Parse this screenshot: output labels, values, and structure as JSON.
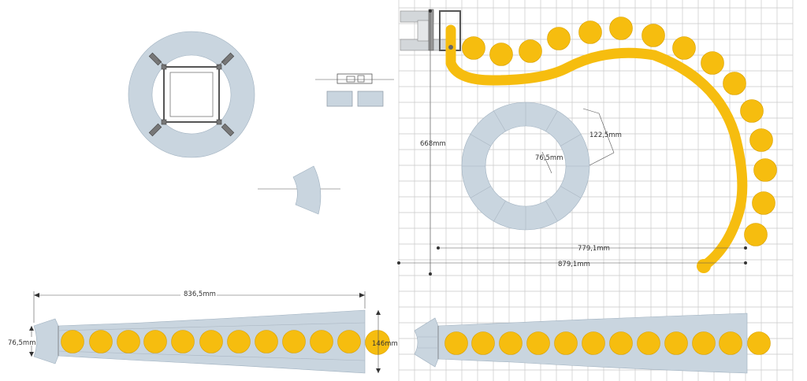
{
  "dimensions": {
    "tube_length": "836,5mm",
    "tube_small_end": "76,5mm",
    "tube_large_end": "146mm",
    "height_668": "668mm",
    "ring_outer": "122,5mm",
    "ring_inner": "76,5mm",
    "width_779": "779,1mm",
    "width_879": "879,1mm"
  },
  "colors": {
    "ball": "#f6bd0f",
    "steel": "#c9d5df",
    "grid": "#c9c9c9"
  }
}
